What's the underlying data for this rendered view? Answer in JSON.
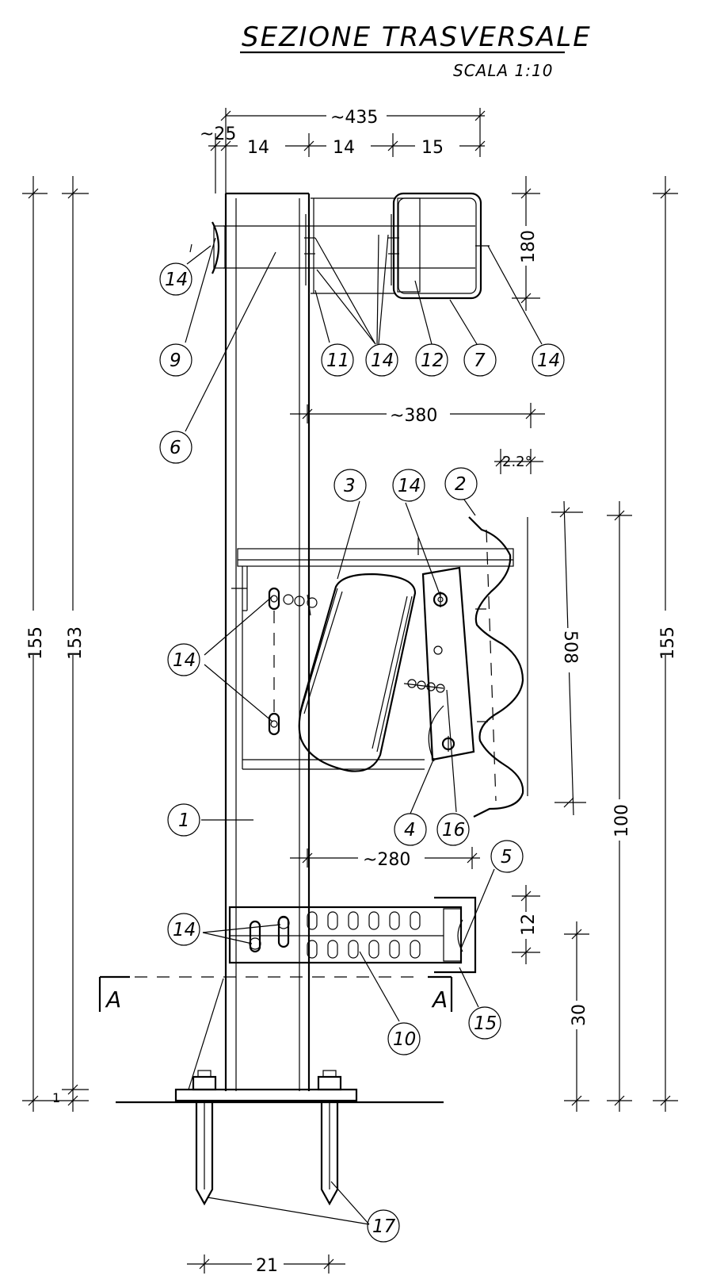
{
  "title": "SEZIONE TRASVERSALE",
  "scale": "SCALA 1:10",
  "dimensions": {
    "top_overall": "~435",
    "top_small": "~25",
    "top_seg1": "14",
    "top_seg2": "14",
    "top_seg3": "15",
    "rail_height": "180",
    "mid_offset": "~380",
    "rail_offset": "2.2°",
    "beam_height": "508",
    "lower_offset": "~280",
    "spacer_height": "12",
    "spacer_to_ground": "30",
    "beam_to_ground": "100",
    "left_total": "155",
    "left_post": "153",
    "right_total": "155",
    "base_plate": "1",
    "anchor_spacing": "21"
  },
  "section_mark": {
    "left": "A",
    "right": "A"
  },
  "callouts": {
    "c14_tl": "14",
    "c9": "9",
    "c6": "6",
    "c11": "11",
    "c14_top": "14",
    "c12": "12",
    "c7": "7",
    "c14_tr": "14",
    "c3": "3",
    "c14_mid": "14",
    "c2": "2",
    "c14_left": "14",
    "c1": "1",
    "c4": "4",
    "c16": "16",
    "c5": "5",
    "c14_low": "14",
    "c15": "15",
    "c10": "10",
    "c17": "17"
  }
}
